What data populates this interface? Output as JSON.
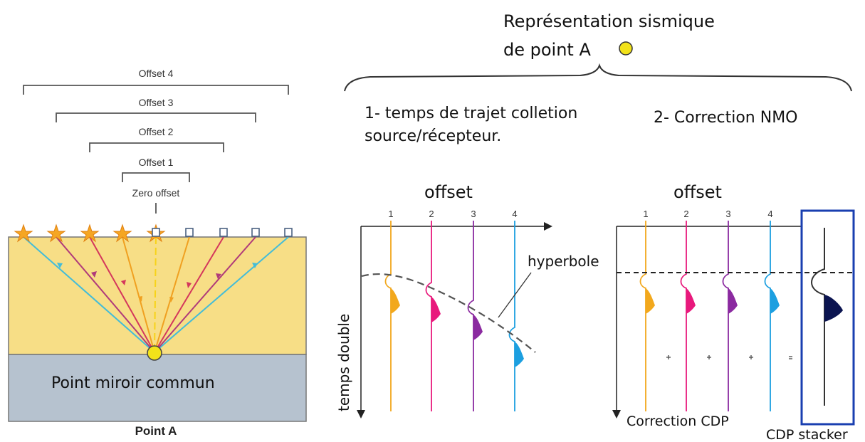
{
  "header": {
    "title_line1": "Représentation sismique",
    "title_line2": "de point A"
  },
  "steps": {
    "step1_line1": "1- temps de trajet colletion",
    "step1_line2": "source/récepteur.",
    "step2": "2- Correction NMO"
  },
  "left_panel": {
    "offset_labels": [
      "Offset 4",
      "Offset 3",
      "Offset 2",
      "Offset 1"
    ],
    "zero_offset": "Zero offset",
    "mirror_point_label": "Point miroir commun",
    "caption": "Point A",
    "colors": {
      "upper_layer": "#f7de86",
      "lower_layer": "#b6c2cf",
      "mirror_point": "#f2e21a",
      "ray_colors": [
        "#43bcd8",
        "#b03a7a",
        "#d4375c",
        "#f0a020",
        "#f7d31a"
      ]
    }
  },
  "middle_panel": {
    "axis_x_label": "offset",
    "axis_y_label": "temps double",
    "trace_numbers": [
      "1",
      "2",
      "3",
      "4"
    ],
    "curve_label": "hyperbole",
    "trace_colors": [
      "#f2a81d",
      "#e8197c",
      "#8b2aa0",
      "#1c9fe0"
    ]
  },
  "right_panel": {
    "axis_x_label": "offset",
    "trace_numbers": [
      "1",
      "2",
      "3",
      "4"
    ],
    "correction_label": "Correction CDP",
    "stack_label": "CDP stacker",
    "trace_colors": [
      "#f2a81d",
      "#e8197c",
      "#8b2aa0",
      "#1c9fe0"
    ],
    "stack_color": "#0b1450",
    "box_color": "#1a3fb0"
  }
}
